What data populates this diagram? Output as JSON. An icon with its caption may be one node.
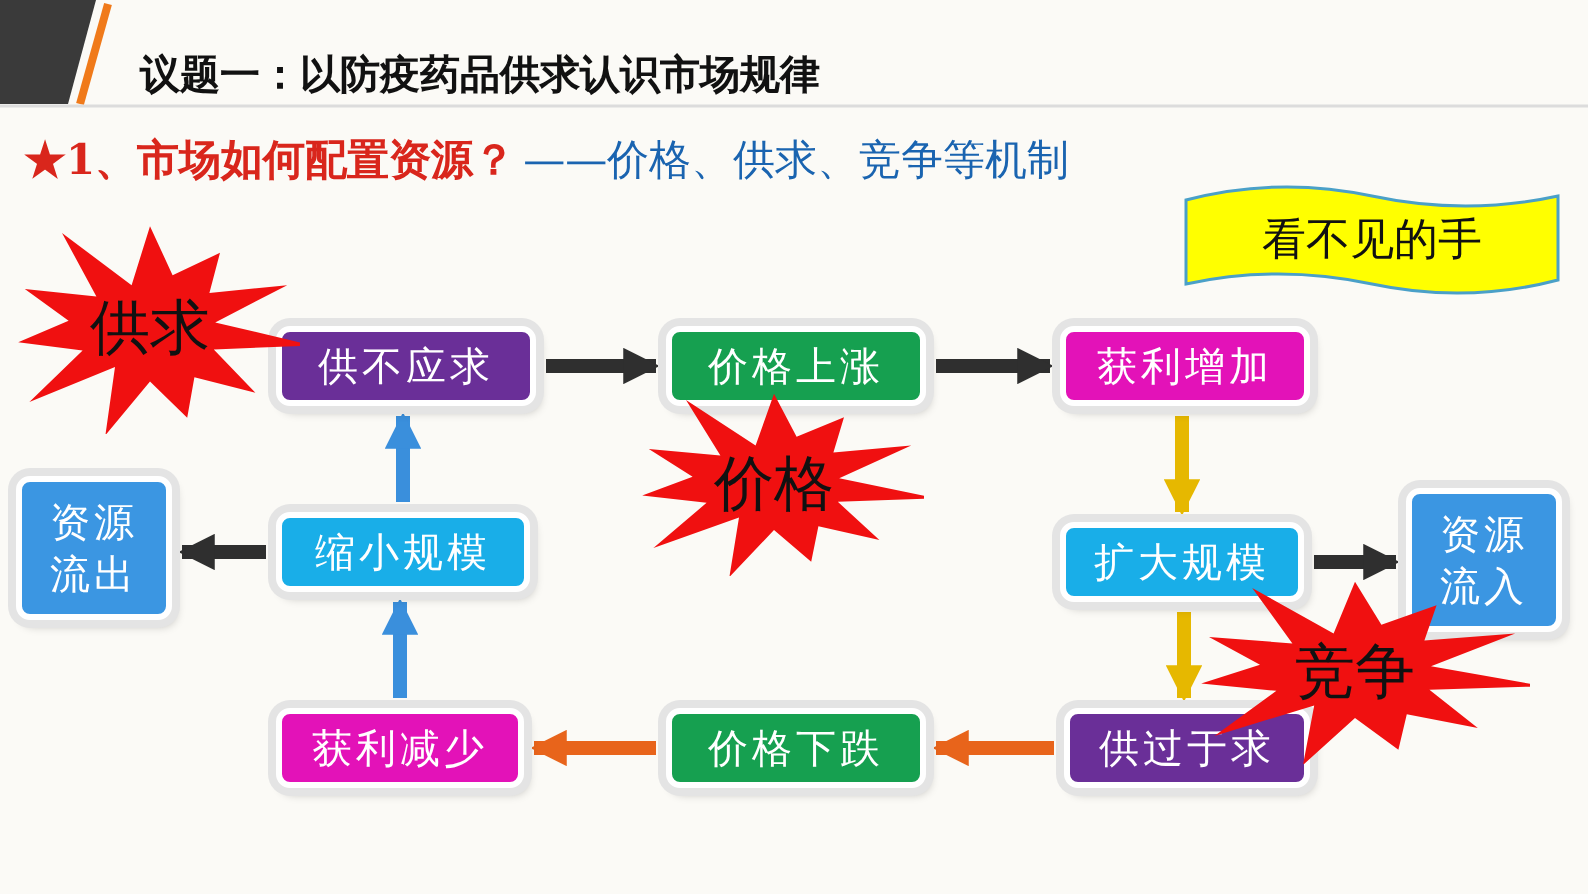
{
  "diagram": {
    "title": "议题一：以防疫药品供求认识市场规律",
    "nodes": [
      {
        "text": [
          "供不应求"
        ]
      },
      {
        "text": [
          "价格上涨"
        ]
      },
      {
        "text": [
          "获利增加"
        ]
      },
      {
        "text": [
          "扩大规模"
        ]
      },
      {
        "text": [
          "资源流入"
        ]
      },
      {
        "text": [
          "供过于求"
        ]
      },
      {
        "text": [
          "价格下跌"
        ]
      },
      {
        "text": [
          "获利减少"
        ]
      },
      {
        "text": [
          "缩小规模"
        ]
      },
      {
        "text": [
          "资源流出"
        ]
      },
      {
        "text": [
          "供求"
        ]
      },
      {
        "text": [
          "价格"
        ]
      },
      {
        "text": [
          "竞争"
        ]
      },
      {
        "text": [
          "看不见的手"
        ]
      }
    ],
    "edges": [
      {
        "from": 0,
        "to": 1,
        "arrow": "to"
      },
      {
        "from": 1,
        "to": 2,
        "arrow": "to"
      },
      {
        "from": 2,
        "to": 3,
        "arrow": "to",
        "color": "#e6b800"
      },
      {
        "from": 3,
        "to": 4,
        "arrow": "to"
      },
      {
        "from": 3,
        "to": 5,
        "arrow": "to",
        "color": "#e6b800"
      },
      {
        "from": 5,
        "to": 6,
        "arrow": "to",
        "color": "#e8641b"
      },
      {
        "from": 6,
        "to": 7,
        "arrow": "to",
        "color": "#e8641b"
      },
      {
        "from": 7,
        "to": 8,
        "arrow": "to",
        "color": "#3a8fdc"
      },
      {
        "from": 8,
        "to": 0,
        "arrow": "to",
        "color": "#3a8fdc"
      },
      {
        "from": 8,
        "to": 9,
        "arrow": "to"
      }
    ],
    "labels": [
      "★1、市场如何配置资源？",
      "——价格、供求、竞争等机制"
    ]
  }
}
